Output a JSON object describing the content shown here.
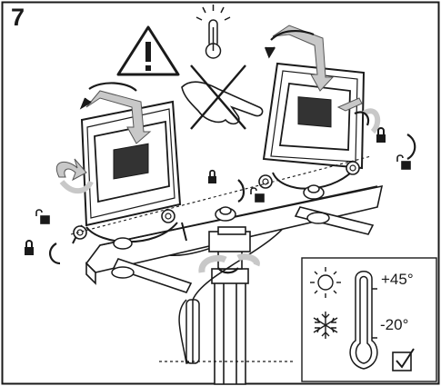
{
  "step": {
    "number": "7"
  },
  "legend": {
    "max_temperature": "+45°",
    "min_temperature": "-20°"
  },
  "icons": {
    "warning": "warning-triangle-icon",
    "hot": "hot-thermometer-icon",
    "no_touch": "no-touch-hand-icon",
    "sun": "sun-icon",
    "snow": "snowflake-icon",
    "thermometer": "thermometer-icon",
    "check": "checkbox-checked-icon",
    "lock": "padlock-closed-icon",
    "unlock": "padlock-open-icon",
    "rotate": "rotate-arrow-icon"
  },
  "colors": {
    "line": "#1a1a1a",
    "arrow_fill": "#c8c8c8",
    "body_fill": "#ffffff"
  }
}
